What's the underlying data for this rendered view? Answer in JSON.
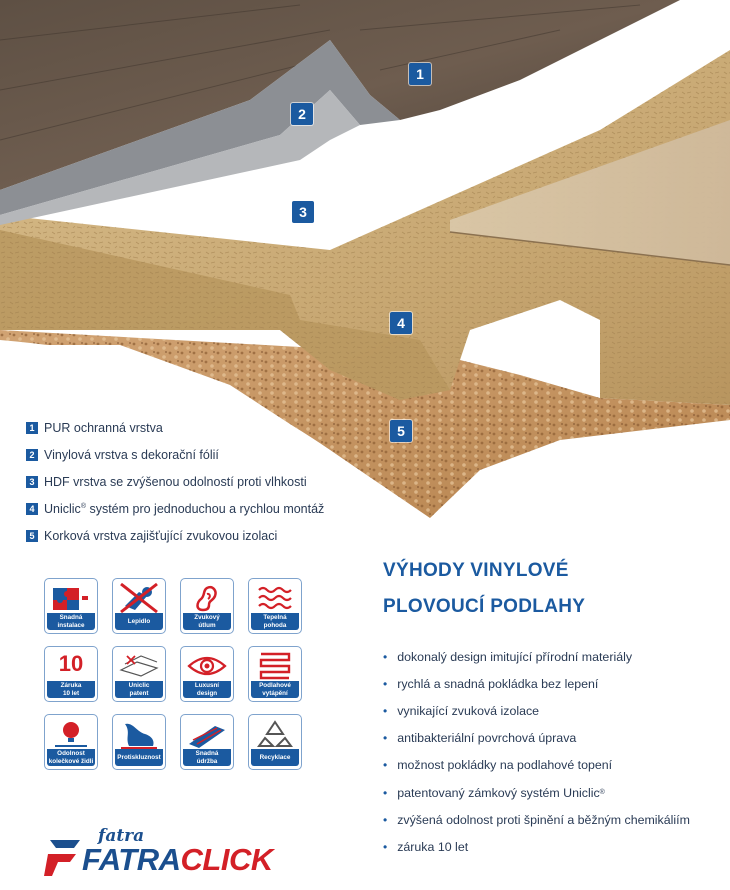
{
  "layer_badges": [
    "1",
    "2",
    "3",
    "4",
    "5"
  ],
  "legend": [
    {
      "num": "1",
      "text": "PUR ochranná vrstva"
    },
    {
      "num": "2",
      "text": "Vinylová vrstva s dekorační fólií"
    },
    {
      "num": "3",
      "text": "HDF vrstva se zvýšenou odolností proti vlhkosti"
    },
    {
      "num": "4",
      "text": "Uniclic",
      "sup": "®",
      "text_after": " systém pro jednoduchou a rychlou montáž"
    },
    {
      "num": "5",
      "text": "Korková vrstva zajišťující zvukovou izolaci"
    }
  ],
  "icons": [
    {
      "name": "easy-install-icon",
      "label_lines": [
        "Snadná",
        "instalace"
      ],
      "number": ""
    },
    {
      "name": "no-glue-icon",
      "label_lines": [
        "Lepidlo"
      ],
      "number": ""
    },
    {
      "name": "ear-icon",
      "label_lines": [
        "Zvukový",
        "útlum"
      ],
      "number": ""
    },
    {
      "name": "heat-waves-icon",
      "label_lines": [
        "Tepelná",
        "pohoda"
      ],
      "number": ""
    },
    {
      "name": "warranty-icon",
      "label_lines": [
        "Záruka",
        "10 let"
      ],
      "number": "10"
    },
    {
      "name": "uniclic-icon",
      "label_lines": [
        "Uniclic",
        "patent"
      ],
      "number": ""
    },
    {
      "name": "eye-icon",
      "label_lines": [
        "Luxusní",
        "design"
      ],
      "number": ""
    },
    {
      "name": "floor-heating-icon",
      "label_lines": [
        "Podlahové",
        "vytápění"
      ],
      "number": ""
    },
    {
      "name": "chair-caster-icon",
      "label_lines": [
        "Odolnost",
        "kolečkové židli"
      ],
      "number": ""
    },
    {
      "name": "anti-slip-icon",
      "label_lines": [
        "Protiskluznost"
      ],
      "number": ""
    },
    {
      "name": "easy-care-icon",
      "label_lines": [
        "Snadná",
        "údržba"
      ],
      "number": ""
    },
    {
      "name": "recycle-icon",
      "label_lines": [
        "Recyklace"
      ],
      "number": ""
    }
  ],
  "advantages": {
    "title_line1": "VÝHODY VINYLOVÉ",
    "title_line2": "PLOVOUCÍ PODLAHY",
    "items": [
      {
        "text": "dokonalý design imitující přírodní materiály"
      },
      {
        "text": "rychlá a snadná pokládka bez lepení"
      },
      {
        "text": "vynikající zvuková izolace"
      },
      {
        "text": "antibakteriální povrchová úprava"
      },
      {
        "text": "možnost pokládky na podlahové topení"
      },
      {
        "text": "patentovaný zámkový systém Uniclic",
        "sup": "®"
      },
      {
        "text": "zvýšená odolnost proti špinění a běžným chemikáliím"
      },
      {
        "text": "záruka 10 let"
      }
    ]
  },
  "logo": {
    "small": "fatra",
    "big_part1": "FATRA",
    "big_part2": "CLICK"
  },
  "colors": {
    "brand_blue": "#1b5aa0",
    "brand_red": "#d32027",
    "text": "#2a3b55"
  }
}
